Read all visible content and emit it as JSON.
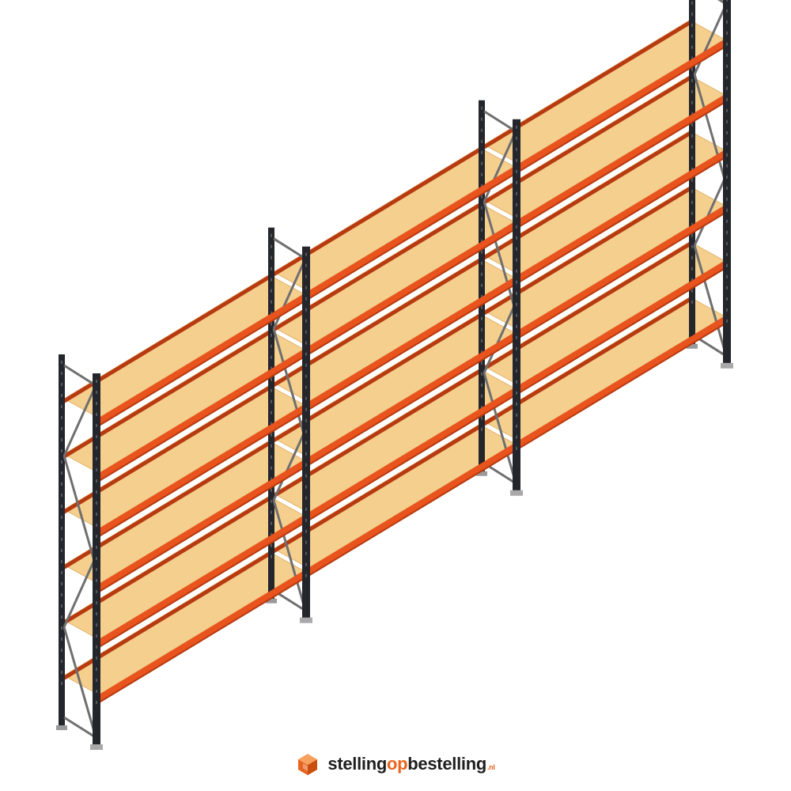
{
  "product": {
    "type": "long-span shelving rack",
    "bays": 3,
    "shelf_levels_per_bay": 6,
    "colors": {
      "upright": "#24262b",
      "beam": "#e9531d",
      "beam_shadow": "#b73a10",
      "deck": "#f5cf8e",
      "brace": "#6f6f6f"
    }
  },
  "brand": {
    "word1": "stelling",
    "word2": "op",
    "word3": "bestelling",
    "tld": ".nl",
    "logo_icon": "cube-logo-icon",
    "accent": "#e8641e"
  }
}
